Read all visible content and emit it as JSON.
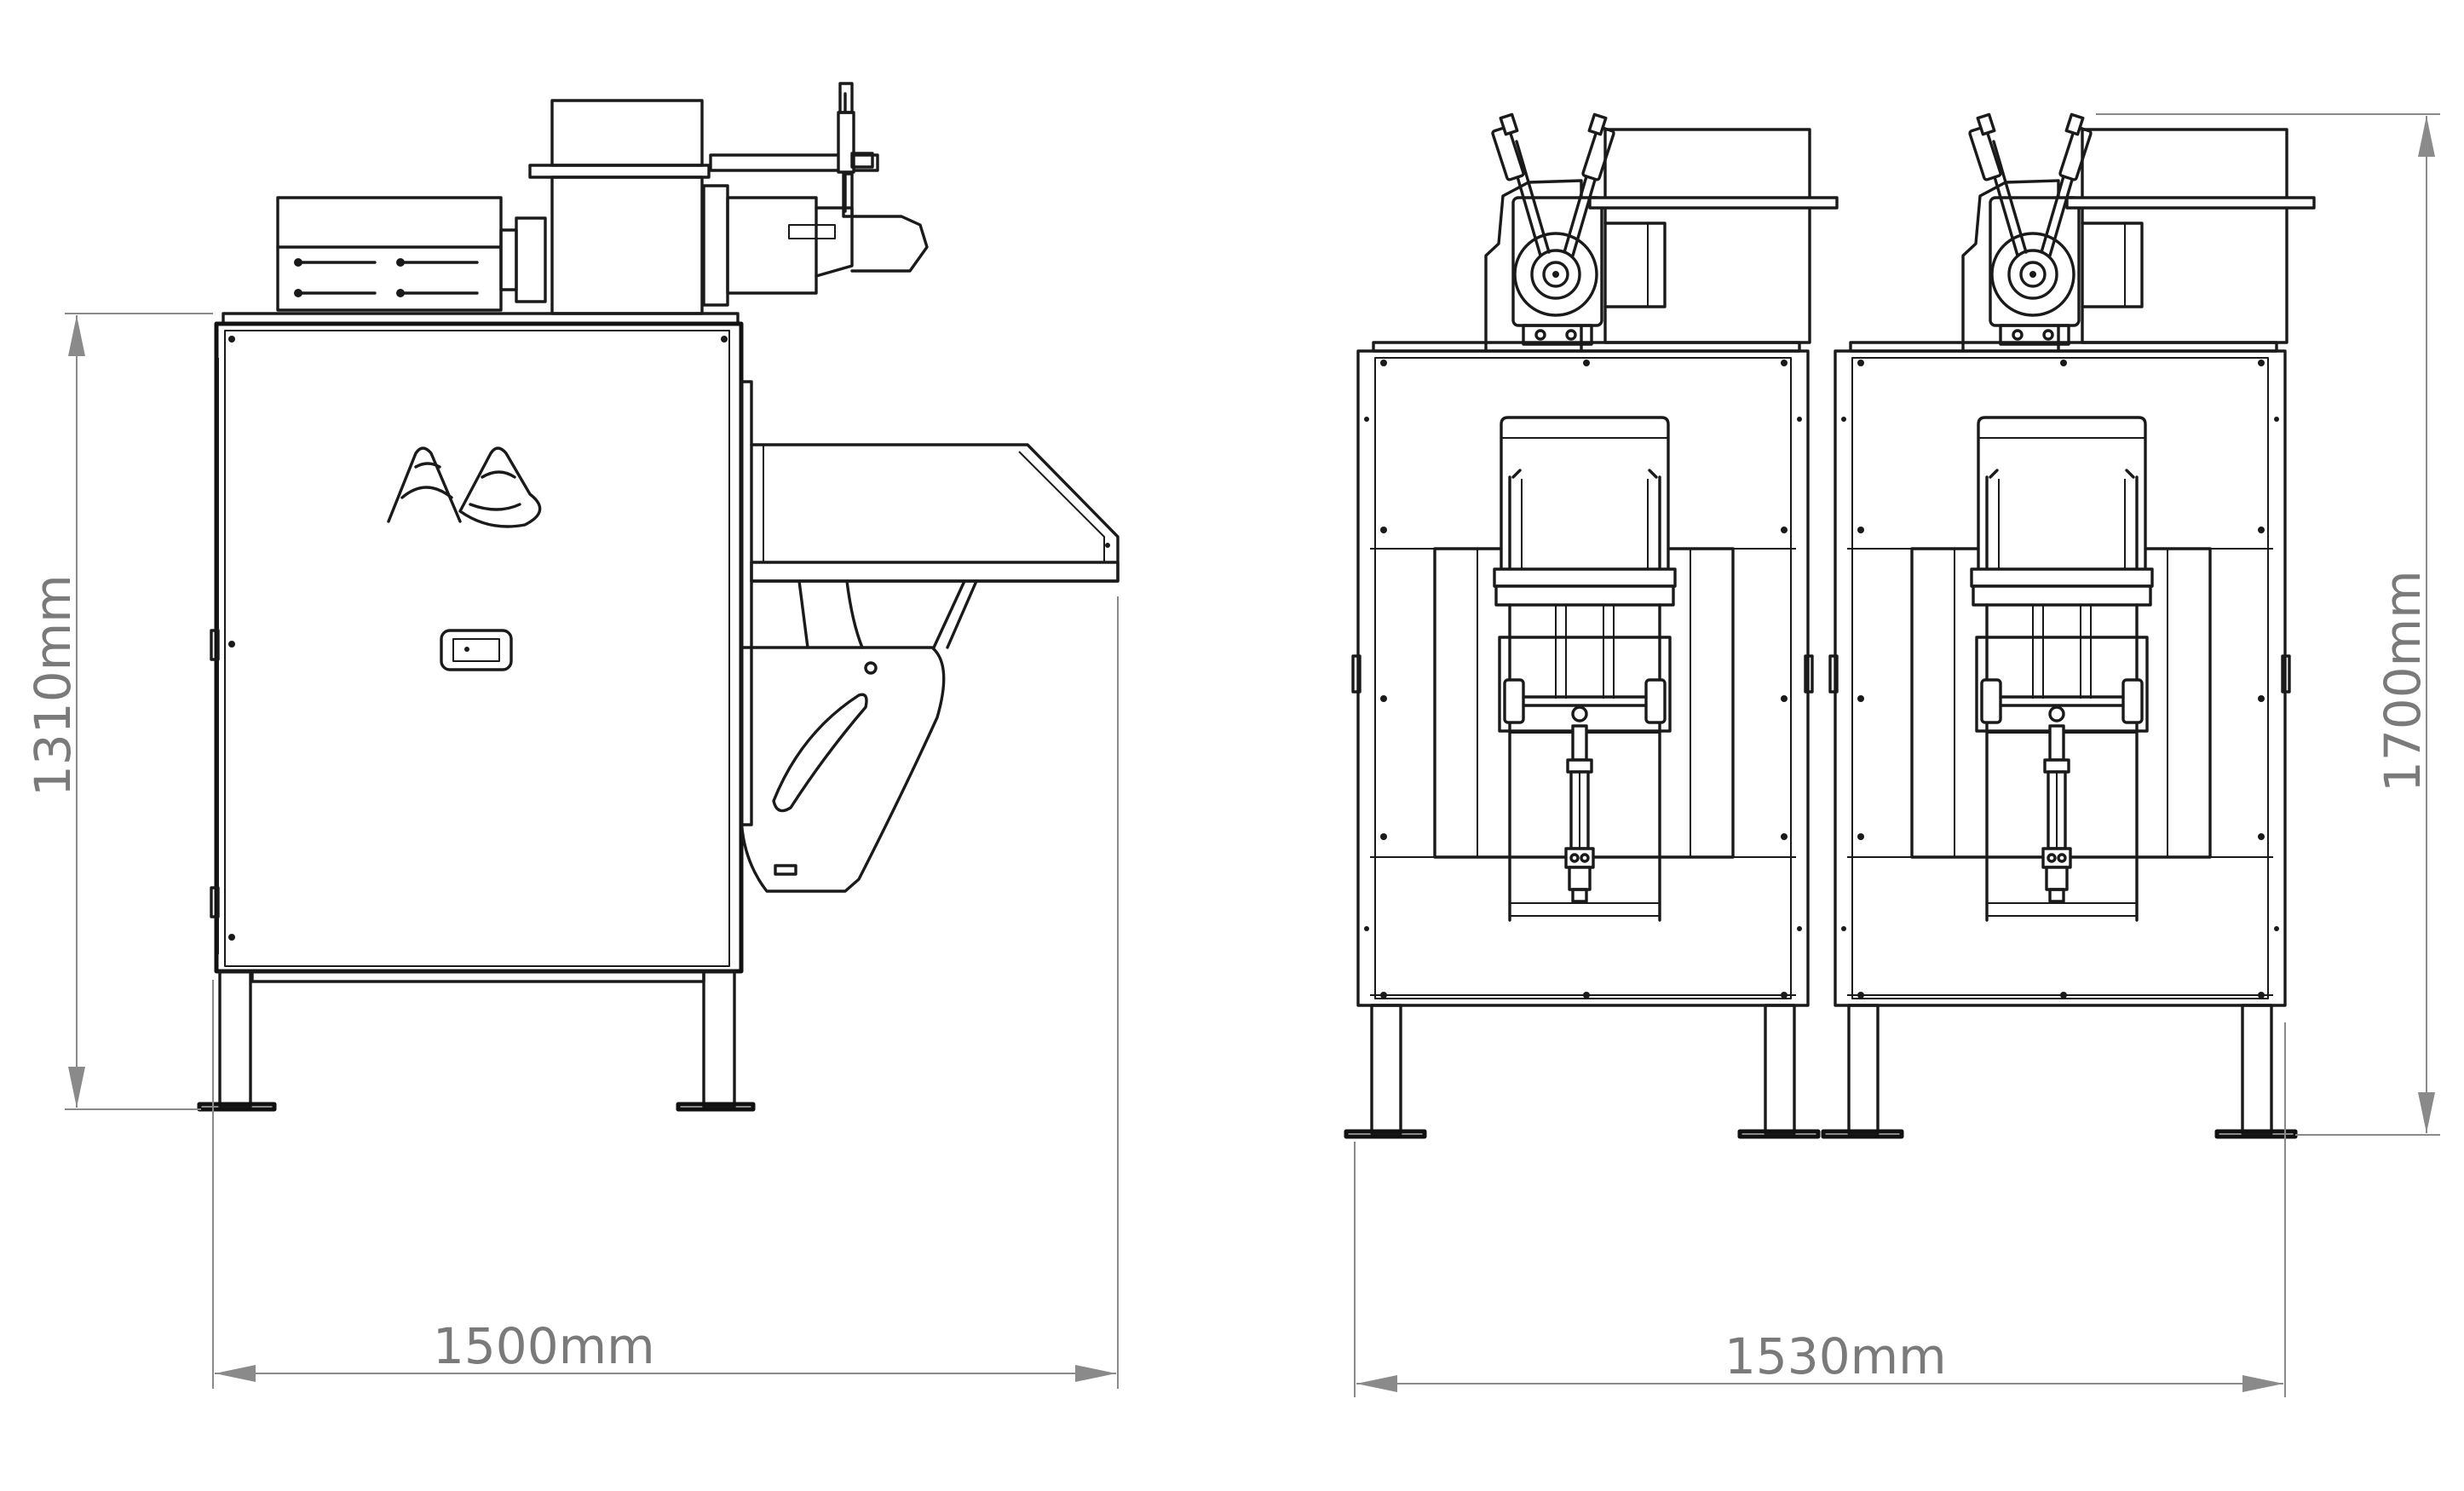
{
  "dimensions": {
    "left_width": "1500mm",
    "left_height": "1310mm",
    "right_width": "1530mm",
    "right_height": "1700mm"
  },
  "colors": {
    "line": "#1a1a1a",
    "dimension": "#8a8a8a",
    "background": "#ffffff"
  }
}
